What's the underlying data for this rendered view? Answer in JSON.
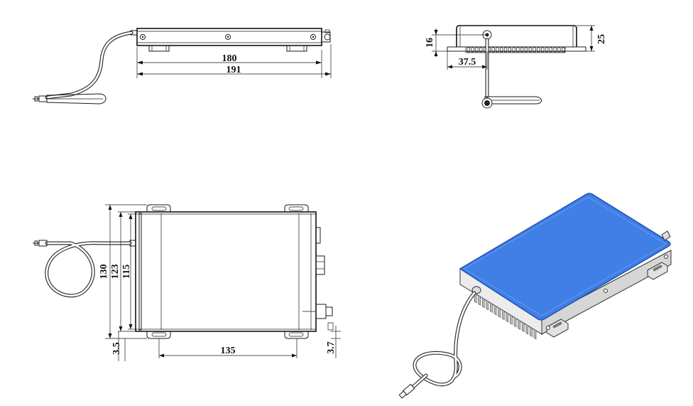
{
  "dimensions": {
    "side_length_inner": "180",
    "side_length_outer": "191",
    "end_height_low": "16",
    "end_height_total": "25",
    "end_offset": "37.5",
    "top_height_outer": "130",
    "top_height_mid": "123",
    "top_height_inner": "115",
    "top_slot_spacing": "135",
    "top_margin_left": "3.5",
    "top_margin_right": "3.7"
  },
  "colors": {
    "line": "#1a1a1a",
    "iso_top": "#3f7fe6",
    "iso_top_edge": "#1f4fae",
    "iso_side": "#d6d6d6",
    "iso_front": "#ececec"
  }
}
